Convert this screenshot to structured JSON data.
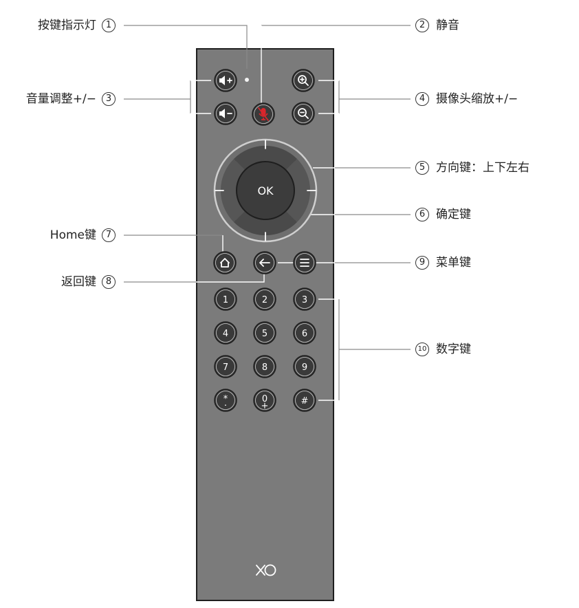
{
  "callouts": {
    "c1": {
      "n": "1",
      "label": "按键指示灯"
    },
    "c2": {
      "n": "2",
      "label": "静音"
    },
    "c3": {
      "n": "3",
      "label": "音量调整+/−"
    },
    "c4": {
      "n": "4",
      "label": "摄像头缩放+/−"
    },
    "c5": {
      "n": "5",
      "label": "方向键：上下左右"
    },
    "c6": {
      "n": "6",
      "label": "确定键"
    },
    "c7": {
      "n": "7",
      "label": "Home键"
    },
    "c8": {
      "n": "8",
      "label": "返回键"
    },
    "c9": {
      "n": "9",
      "label": "菜单键"
    },
    "c10": {
      "n": "10",
      "label": "数字键"
    }
  },
  "remote": {
    "ok_label": "OK",
    "keypad": [
      "1",
      "2",
      "3",
      "4",
      "5",
      "6",
      "7",
      "8",
      "9",
      "*",
      "0",
      "#"
    ],
    "keypad_sub": [
      "",
      "",
      "",
      "",
      "",
      "",
      "",
      "",
      "",
      "·",
      "+",
      ""
    ],
    "logo": "XO",
    "body_color": "#7b7b7b",
    "button_color": "#3a3a3a",
    "mute_color": "#d9262c"
  }
}
